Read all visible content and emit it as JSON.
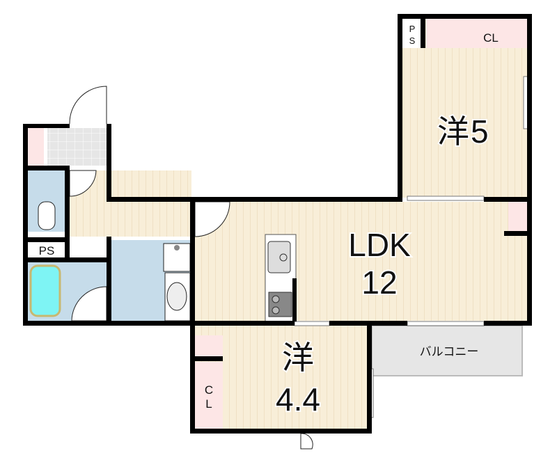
{
  "rooms": {
    "western_5": {
      "kanji": "洋",
      "size": "5"
    },
    "ldk": {
      "name": "LDK",
      "size": "12"
    },
    "western_4_4": {
      "kanji": "洋",
      "size": "4.4"
    },
    "balcony": {
      "name": "バルコニー"
    }
  },
  "storage": {
    "closet_top": "CL",
    "ps_top_p": "P",
    "ps_top_s": "S",
    "ps_left": "PS",
    "closet_left_c": "C",
    "closet_left_l": "L"
  },
  "colors": {
    "wall": "#000000",
    "floor": "#f8eed8",
    "wet": "#c6dcea",
    "closet": "#fde6e6",
    "tile": "#e6e6e6",
    "bathtub": "#7ef4f4"
  }
}
